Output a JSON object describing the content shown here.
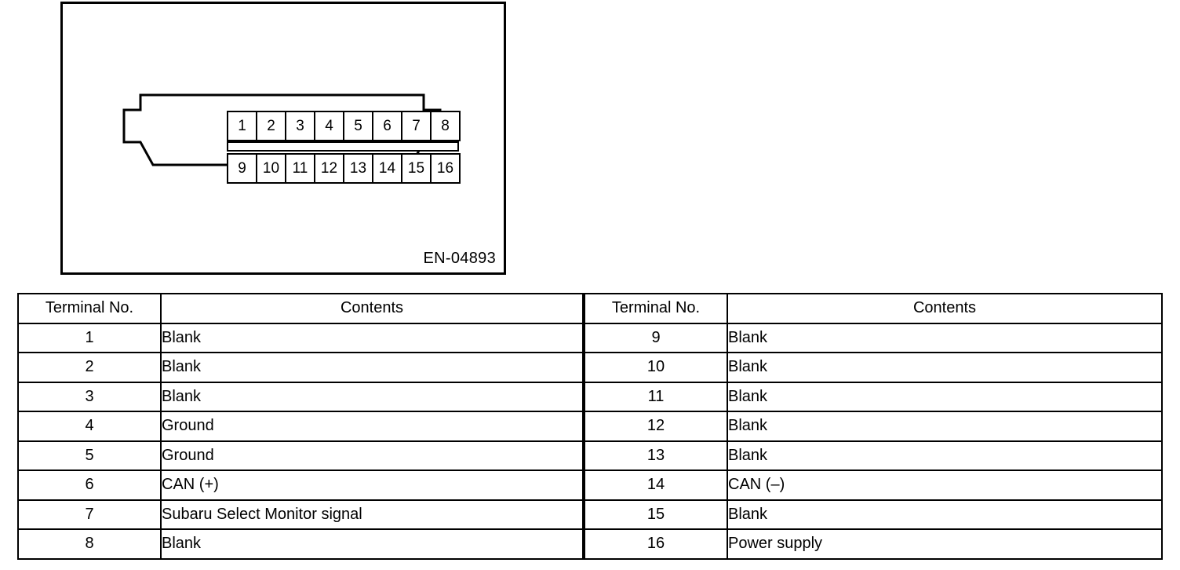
{
  "figure": {
    "caption": "EN-04893",
    "connector_name": "obd-ii-data-link-connector",
    "pin_rows": [
      {
        "row_name": "top",
        "pins": [
          "1",
          "2",
          "3",
          "4",
          "5",
          "6",
          "7",
          "8"
        ]
      },
      {
        "row_name": "bottom",
        "pins": [
          "9",
          "10",
          "11",
          "12",
          "13",
          "14",
          "15",
          "16"
        ]
      }
    ]
  },
  "table": {
    "headers": {
      "terminal": "Terminal No.",
      "contents": "Contents"
    },
    "left_rows": [
      {
        "terminal": "1",
        "contents": "Blank"
      },
      {
        "terminal": "2",
        "contents": "Blank"
      },
      {
        "terminal": "3",
        "contents": "Blank"
      },
      {
        "terminal": "4",
        "contents": "Ground"
      },
      {
        "terminal": "5",
        "contents": "Ground"
      },
      {
        "terminal": "6",
        "contents": "CAN (+)"
      },
      {
        "terminal": "7",
        "contents": "Subaru Select Monitor signal"
      },
      {
        "terminal": "8",
        "contents": "Blank"
      }
    ],
    "right_rows": [
      {
        "terminal": "9",
        "contents": "Blank"
      },
      {
        "terminal": "10",
        "contents": "Blank"
      },
      {
        "terminal": "11",
        "contents": "Blank"
      },
      {
        "terminal": "12",
        "contents": "Blank"
      },
      {
        "terminal": "13",
        "contents": "Blank"
      },
      {
        "terminal": "14",
        "contents": "CAN (–)"
      },
      {
        "terminal": "15",
        "contents": "Blank"
      },
      {
        "terminal": "16",
        "contents": "Power supply"
      }
    ]
  },
  "colors": {
    "ink": "#000000",
    "paper": "#ffffff"
  }
}
